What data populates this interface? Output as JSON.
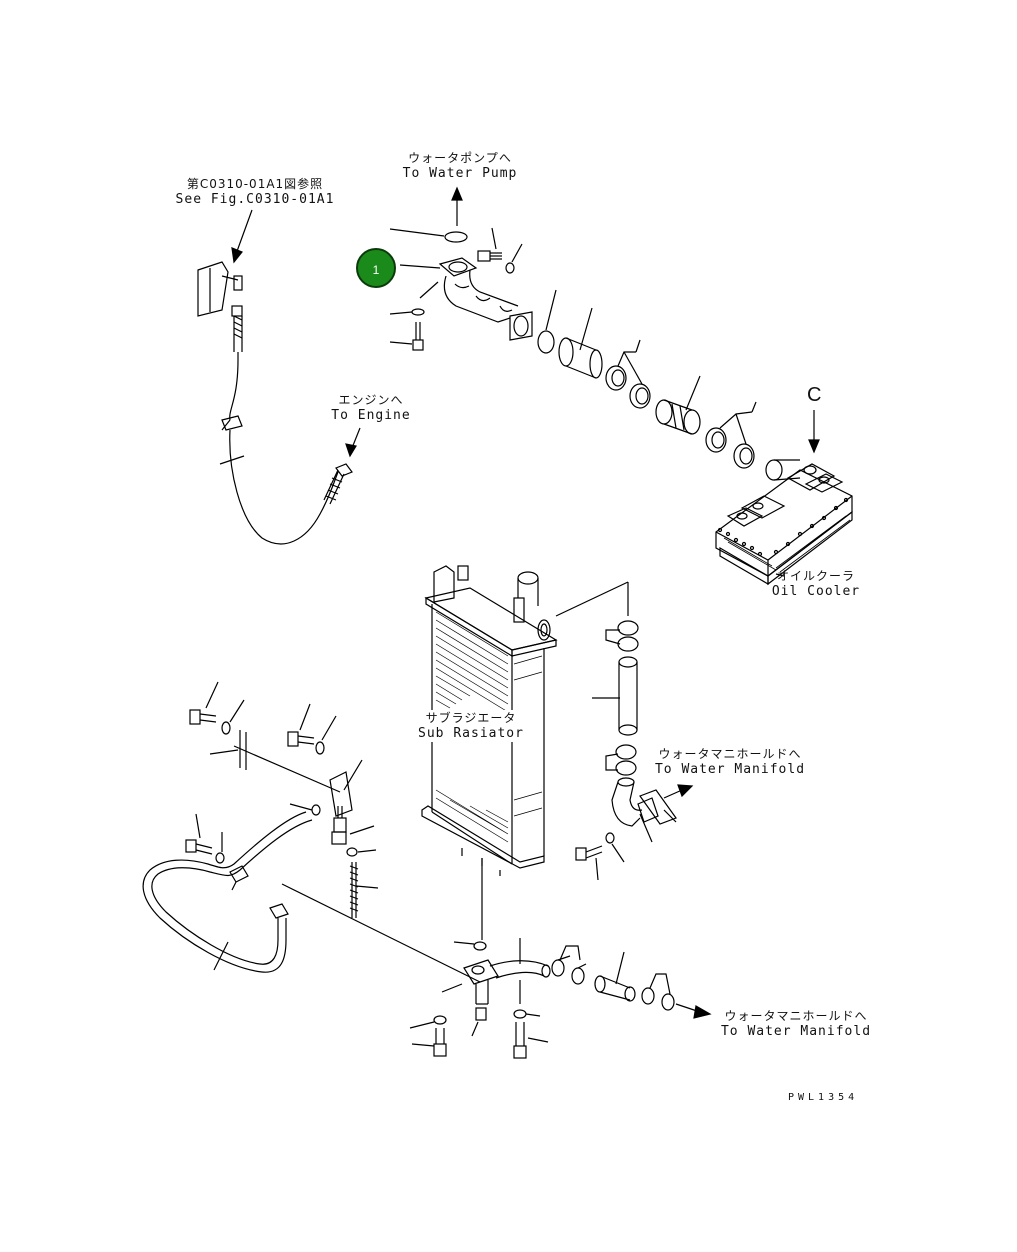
{
  "labels": {
    "water_pump": {
      "jp": "ウォータポンプへ",
      "en": "To Water Pump"
    },
    "see_fig": {
      "jp": "第C0310-01A1図参照",
      "en": "See Fig.C0310-01A1"
    },
    "engine": {
      "jp": "エンジンへ",
      "en": "To Engine"
    },
    "oil_cooler": {
      "jp": "オイルクーラ",
      "en": "Oil Cooler"
    },
    "sub_radiator": {
      "jp": "サブラジエータ",
      "en": "Sub Rasiator"
    },
    "water_manifold_upper": {
      "jp": "ウォータマニホールドへ",
      "en": "To Water Manifold"
    },
    "water_manifold_lower": {
      "jp": "ウォータマニホールドへ",
      "en": "To Water Manifold"
    }
  },
  "view_marker": "C",
  "part_marker": {
    "number": "1",
    "color": "#1a8a1a"
  },
  "figure_code": "PWL1354",
  "colors": {
    "line": "#000000",
    "marker": "#1a8a1a",
    "background": "#ffffff"
  }
}
